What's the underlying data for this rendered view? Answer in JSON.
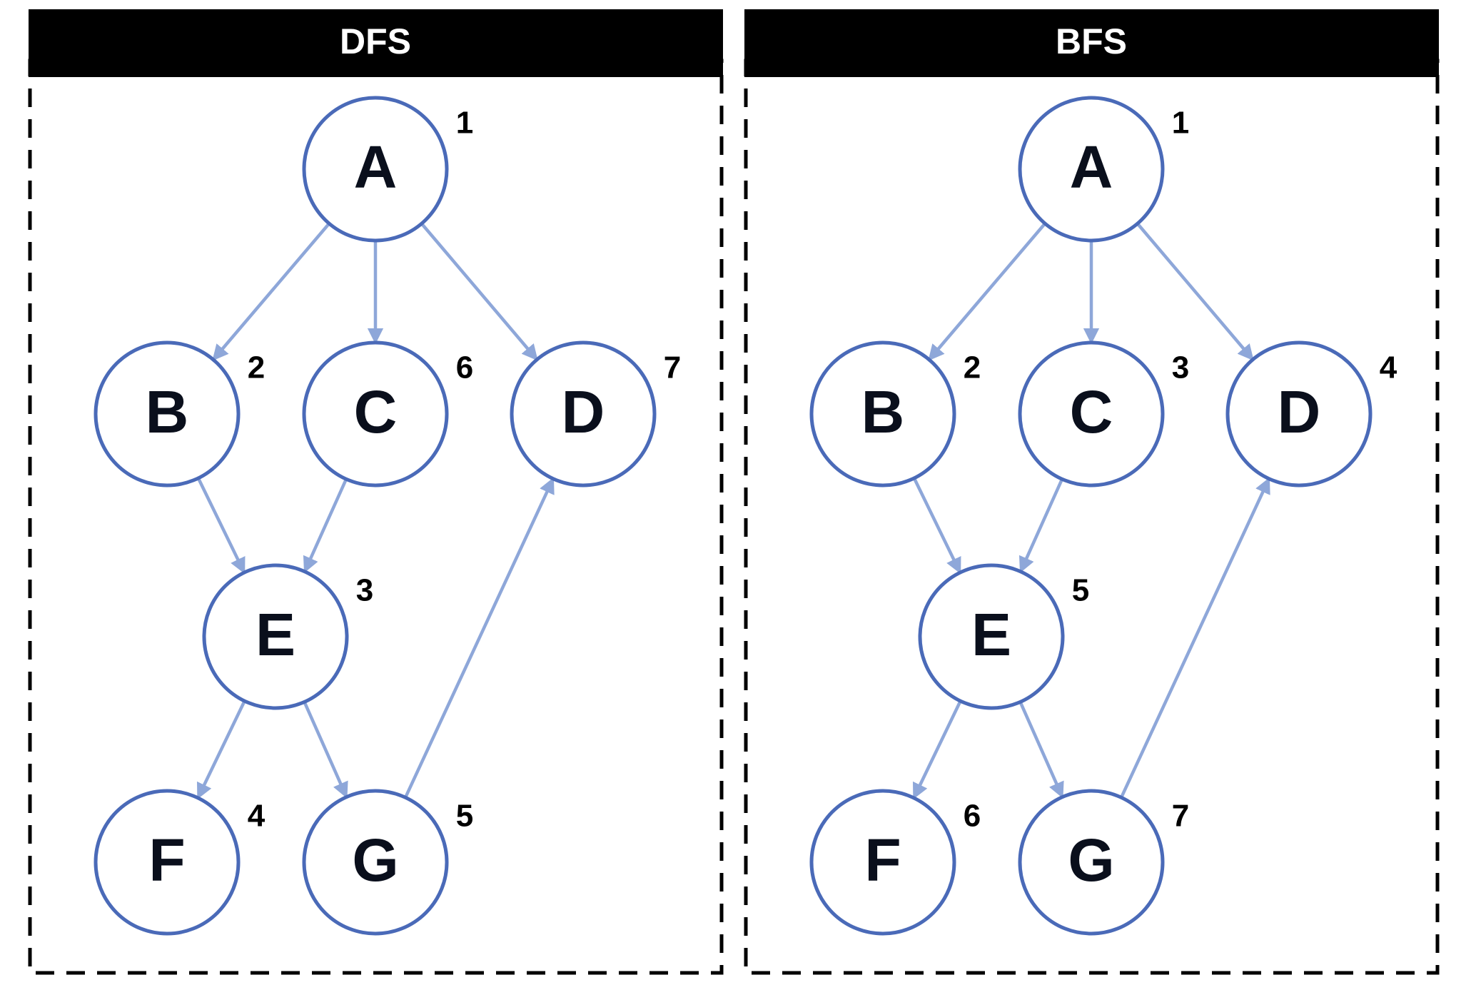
{
  "colors": {
    "node_stroke": "#4a6ab8",
    "edge": "#8ea7d9",
    "header": "#000000",
    "label": "#0a0f1c"
  },
  "panels": [
    {
      "id": "dfs",
      "title": "DFS",
      "nodes": [
        {
          "id": "A",
          "label": "A",
          "order": "1"
        },
        {
          "id": "B",
          "label": "B",
          "order": "2"
        },
        {
          "id": "C",
          "label": "C",
          "order": "6"
        },
        {
          "id": "D",
          "label": "D",
          "order": "7"
        },
        {
          "id": "E",
          "label": "E",
          "order": "3"
        },
        {
          "id": "F",
          "label": "F",
          "order": "4"
        },
        {
          "id": "G",
          "label": "G",
          "order": "5"
        }
      ]
    },
    {
      "id": "bfs",
      "title": "BFS",
      "nodes": [
        {
          "id": "A",
          "label": "A",
          "order": "1"
        },
        {
          "id": "B",
          "label": "B",
          "order": "2"
        },
        {
          "id": "C",
          "label": "C",
          "order": "3"
        },
        {
          "id": "D",
          "label": "D",
          "order": "4"
        },
        {
          "id": "E",
          "label": "E",
          "order": "5"
        },
        {
          "id": "F",
          "label": "F",
          "order": "6"
        },
        {
          "id": "G",
          "label": "G",
          "order": "7"
        }
      ]
    }
  ],
  "edges": [
    {
      "from": "A",
      "to": "B"
    },
    {
      "from": "A",
      "to": "C"
    },
    {
      "from": "A",
      "to": "D"
    },
    {
      "from": "B",
      "to": "E"
    },
    {
      "from": "C",
      "to": "E"
    },
    {
      "from": "E",
      "to": "F"
    },
    {
      "from": "E",
      "to": "G"
    },
    {
      "from": "G",
      "to": "D"
    }
  ]
}
